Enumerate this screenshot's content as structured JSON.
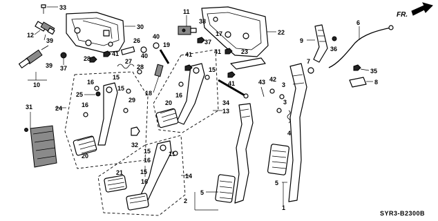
{
  "diagram": {
    "code": "SYR3-B2300B",
    "direction": "FR.",
    "callouts": {
      "c1": "1",
      "c2": "2",
      "c3a": "3",
      "c3b": "3",
      "c4": "4",
      "c5a": "5",
      "c5b": "5",
      "c6": "6",
      "c7": "7",
      "c8": "8",
      "c9": "9",
      "c10": "10",
      "c11": "11",
      "c12": "12",
      "c13": "13",
      "c14": "14",
      "c15a": "15",
      "c15b": "15",
      "c15c": "15",
      "c15d": "15",
      "c15e": "15",
      "c15f": "15",
      "c16a": "16",
      "c16b": "16",
      "c16c": "16",
      "c16d": "16",
      "c17": "17",
      "c18": "18",
      "c19": "19",
      "c20a": "20",
      "c20b": "20",
      "c21": "21",
      "c22": "22",
      "c23": "23",
      "c24": "24",
      "c25": "25",
      "c26": "26",
      "c27": "27",
      "c28a": "28",
      "c28b": "28",
      "c29": "29",
      "c30": "30",
      "c31": "31",
      "c32": "32",
      "c33": "33",
      "c34": "34",
      "c35": "35",
      "c36": "36",
      "c37a": "37",
      "c37b": "37",
      "c38": "38",
      "c39a": "39",
      "c39b": "39",
      "c40a": "40",
      "c40b": "40",
      "c41a": "41",
      "c41b": "41",
      "c41c": "41",
      "c41d": "41",
      "c42": "42",
      "c43": "43"
    }
  }
}
